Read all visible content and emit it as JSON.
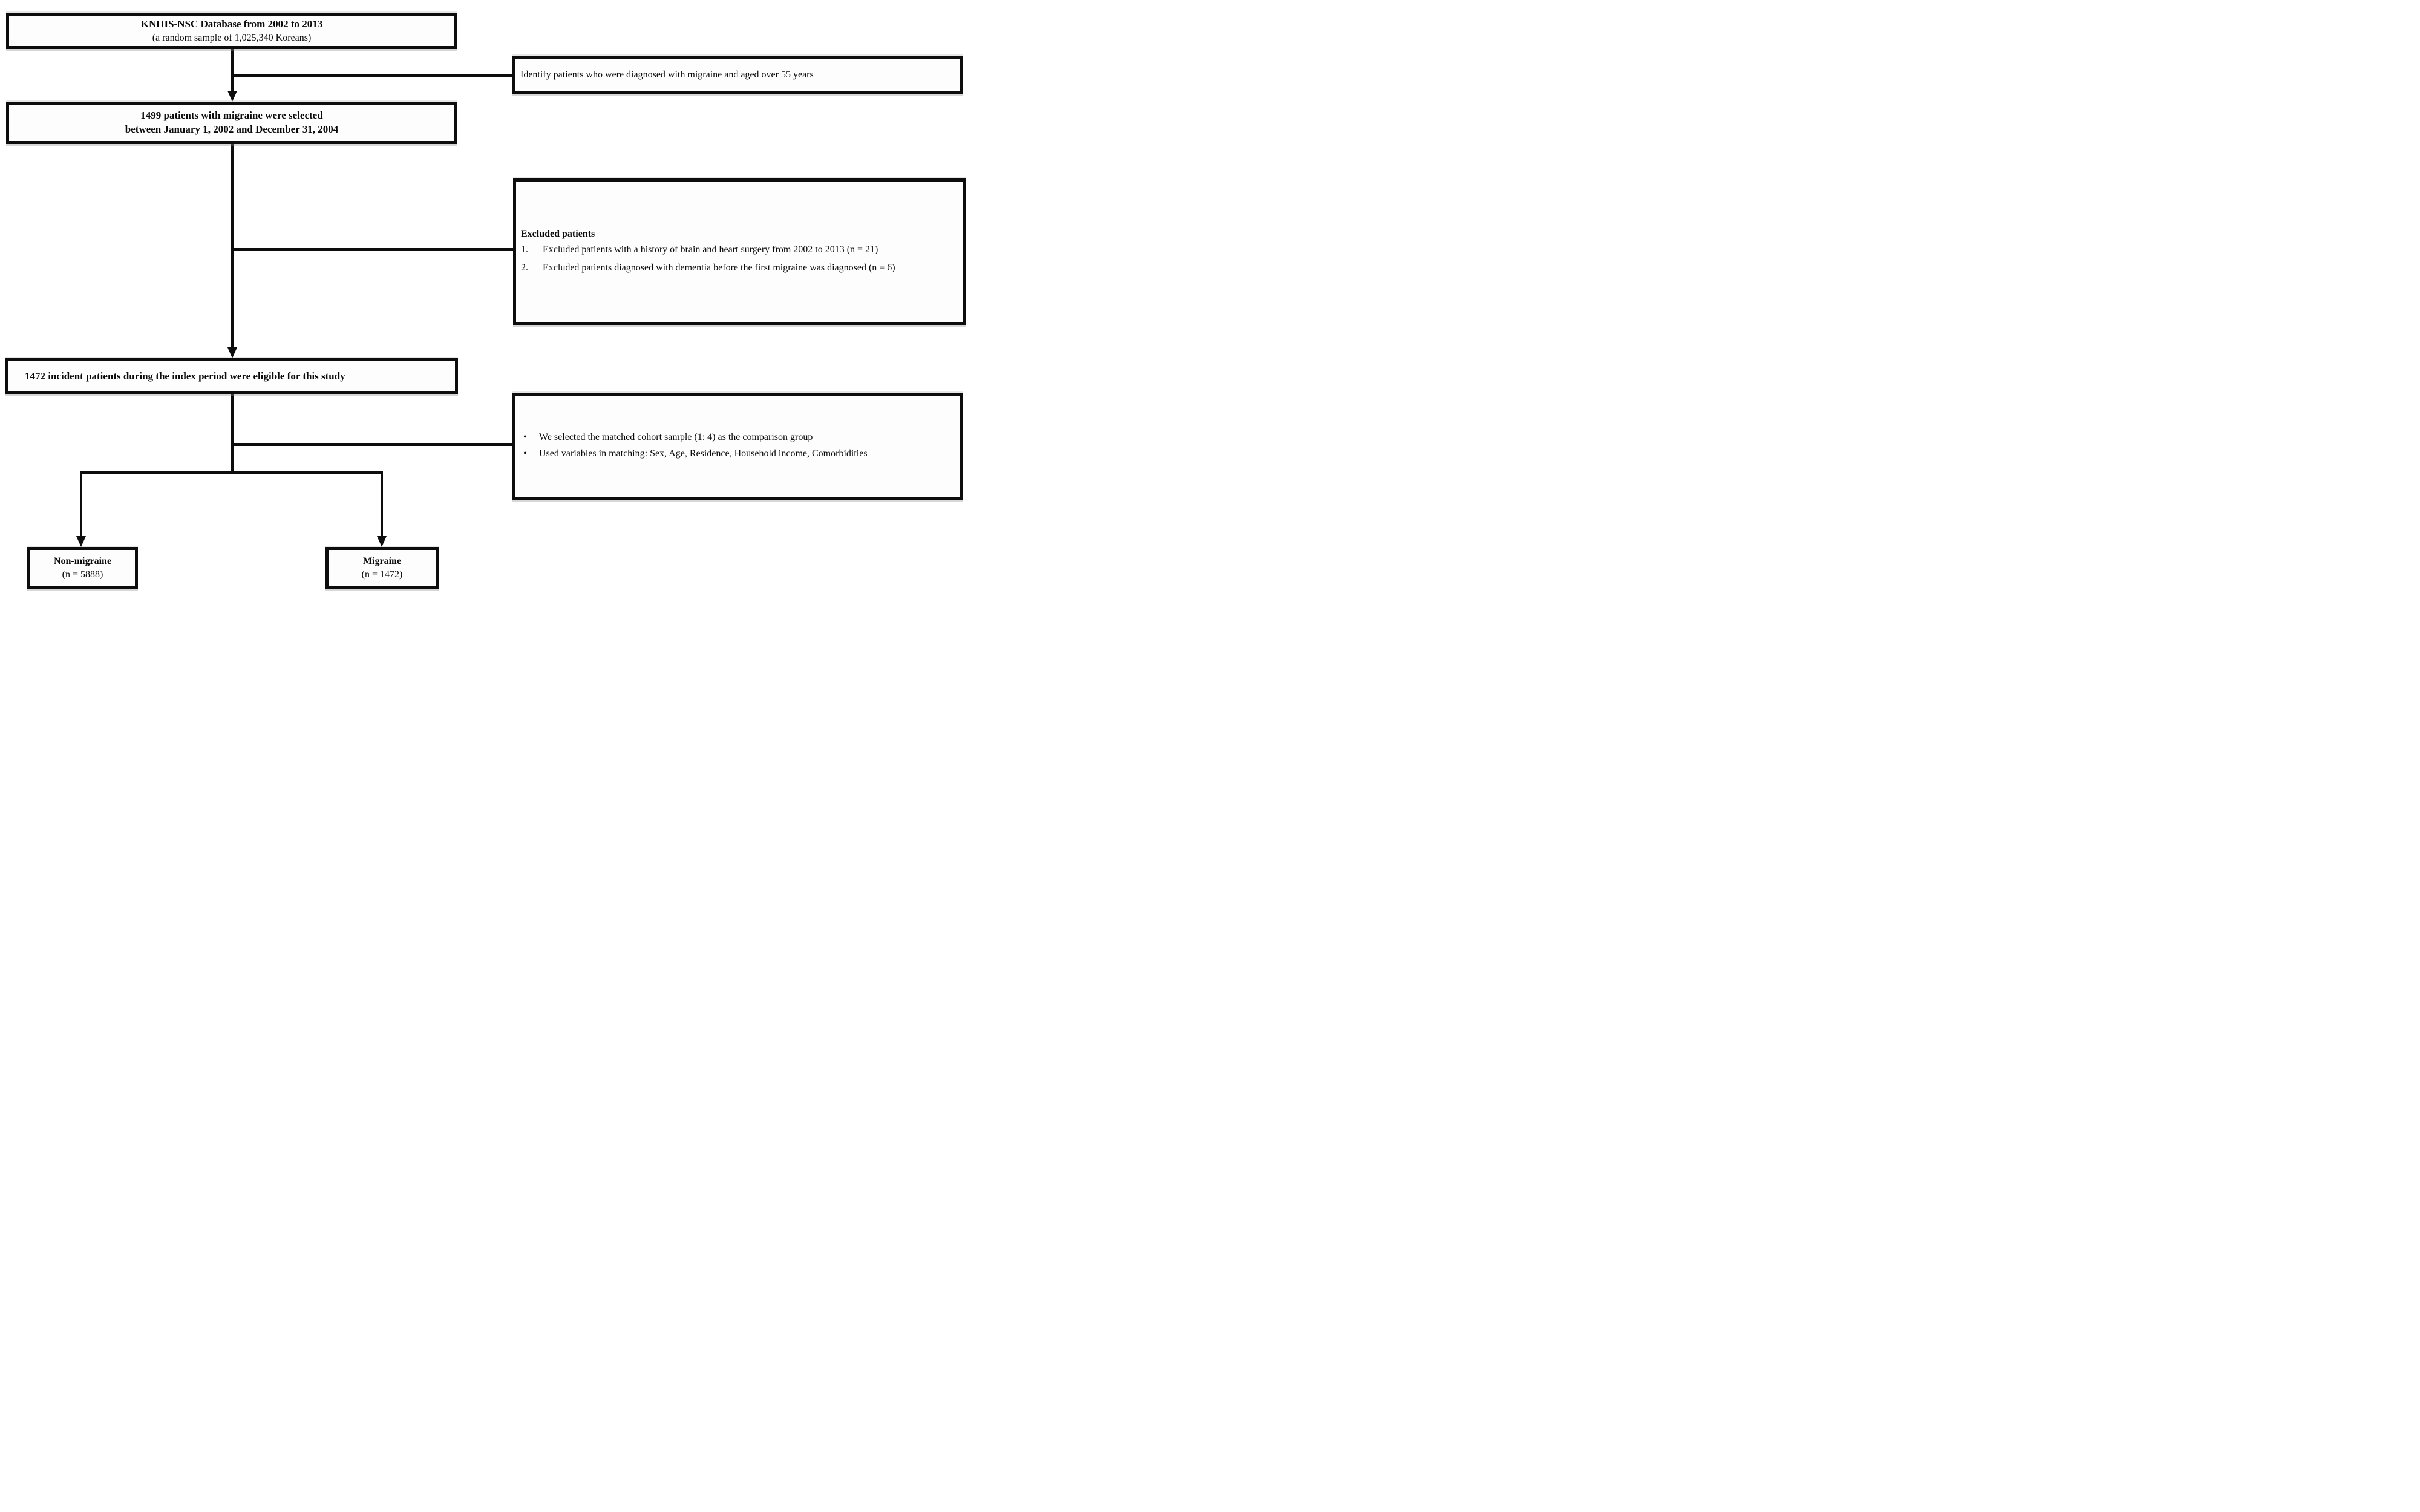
{
  "diagram": {
    "colors": {
      "background": "#ffffff",
      "line": "#0d0d0d",
      "text": "#0a0a0a"
    },
    "boxes": {
      "database": {
        "line1": "KNHIS-NSC Database from 2002 to 2013",
        "line2": "(a random sample of 1,025,340 Koreans)"
      },
      "identify": {
        "text": "Identify patients who were diagnosed with migraine and aged over 55 years"
      },
      "selected": {
        "line1": "1499 patients with migraine were selected",
        "line2": "between January 1, 2002 and December 31, 2004"
      },
      "excluded": {
        "title": "Excluded patients",
        "items": [
          {
            "num": "1.",
            "text": "Excluded patients with a history of brain and heart surgery from 2002 to 2013 (n = 21)"
          },
          {
            "num": "2.",
            "text": "Excluded patients diagnosed with dementia before the first migraine was diagnosed (n = 6)"
          }
        ]
      },
      "eligible": {
        "text": "1472 incident patients during the index period were eligible for this study"
      },
      "matched": {
        "bullet_glyph": "•",
        "bullets": [
          "We selected the matched cohort sample (1: 4) as the comparison group",
          "Used variables in matching: Sex, Age, Residence, Household income, Comorbidities"
        ]
      },
      "non_migraine": {
        "title": "Non-migraine",
        "count": "(n =  5888)"
      },
      "migraine": {
        "title": "Migraine",
        "count": "(n =  1472)"
      }
    }
  }
}
